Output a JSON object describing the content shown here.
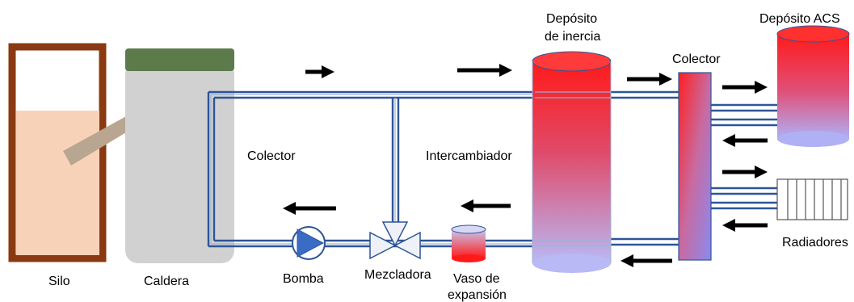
{
  "labels": {
    "silo": "Silo",
    "caldera": "Caldera",
    "colector_left": "Colector",
    "intercambiador": "Intercambiador",
    "bomba": "Bomba",
    "mezcladora": "Mezcladora",
    "vaso_line1": "Vaso de",
    "vaso_line2": "expansión",
    "deposito_inercia_line1": "Depósito",
    "deposito_inercia_line2": "de inercia",
    "colector_right": "Colector",
    "deposito_acs": "Depósito ACS",
    "radiadores": "Radiadores"
  },
  "colors": {
    "silo_frame": "#8a3a12",
    "silo_fill": "#f8d2b8",
    "caldera_body": "#d1d1d1",
    "caldera_lid": "#5c7a4a",
    "pipe": "#2e5597",
    "tank_hot": "#ff1a1a",
    "tank_cold": "#b9b9f5",
    "pump": "#3a6cc6"
  }
}
